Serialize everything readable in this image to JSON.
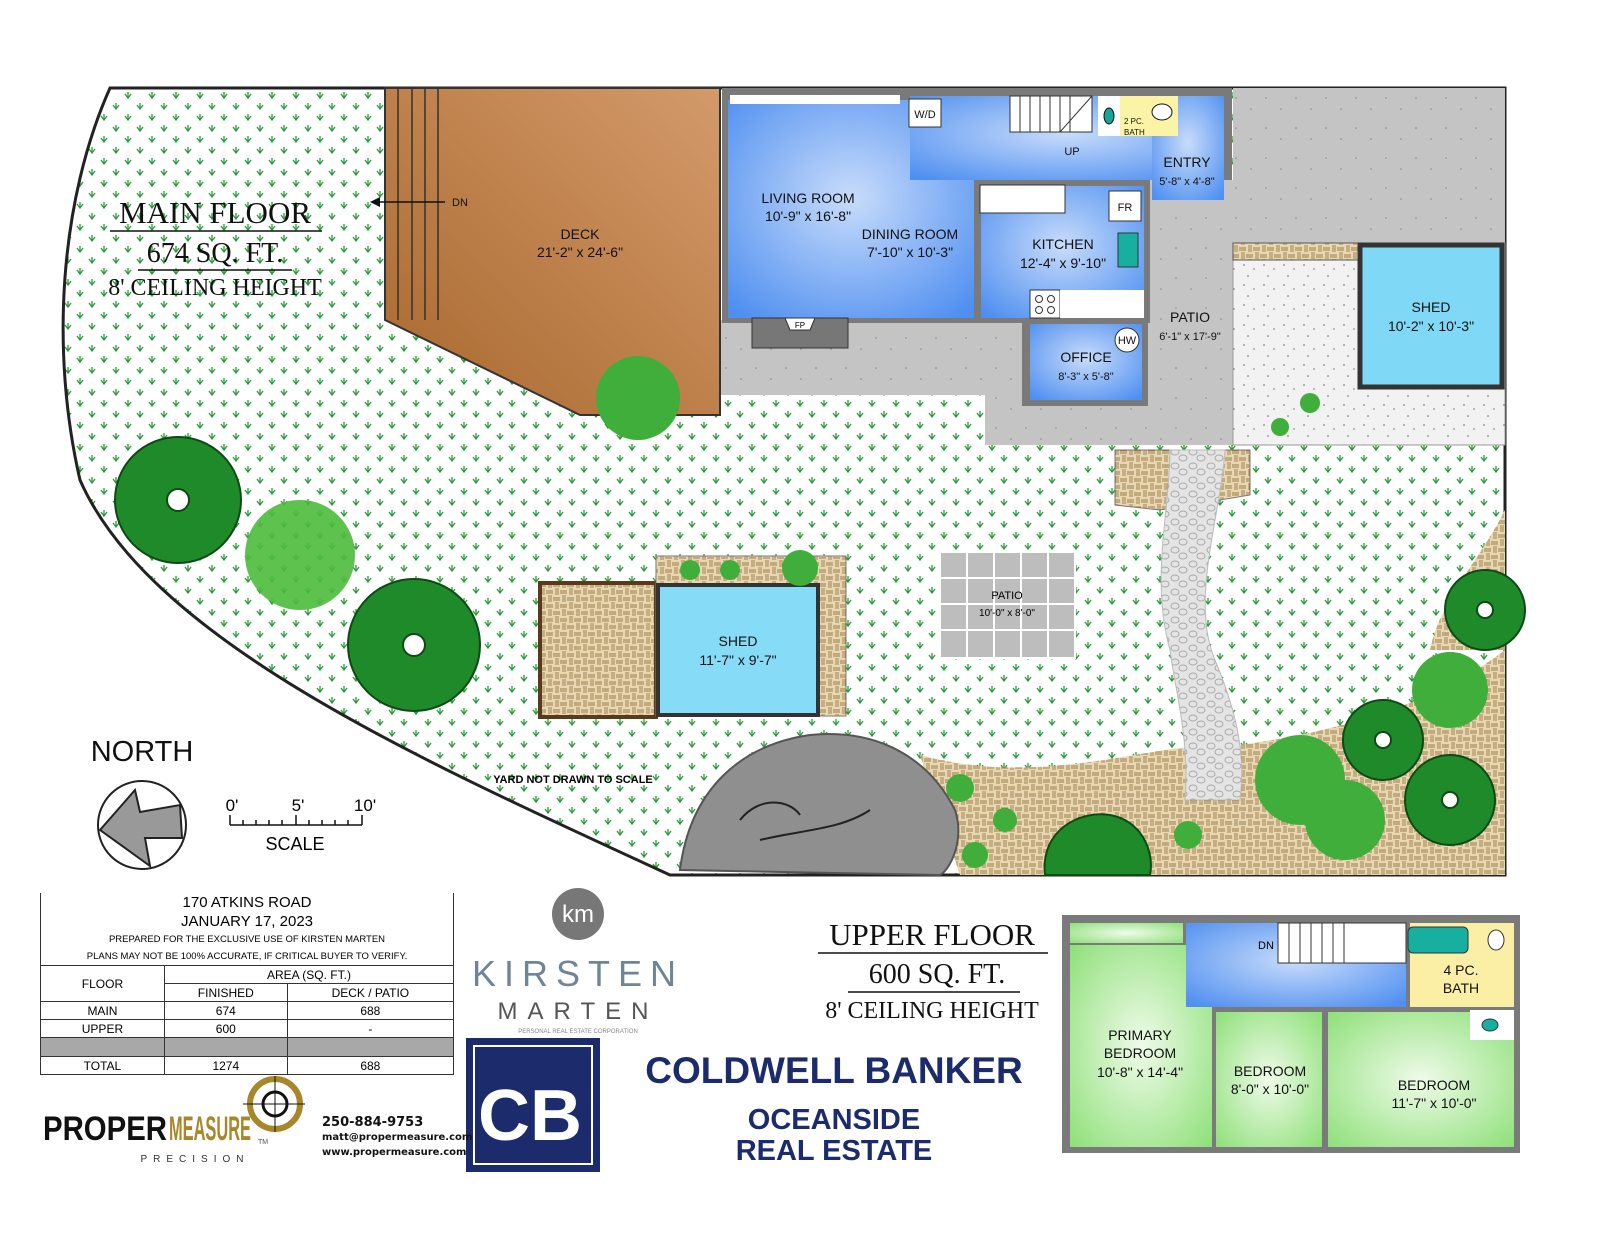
{
  "main_floor": {
    "title": "MAIN FLOOR",
    "area": "674 SQ. FT.",
    "ceiling": "8' CEILING HEIGHT",
    "rooms": {
      "deck": {
        "name": "DECK",
        "size": "21'-2\" x 24'-6\""
      },
      "living": {
        "name": "LIVING ROOM",
        "size": "10'-9\" x 16'-8\""
      },
      "dining": {
        "name": "DINING ROOM",
        "size": "7'-10\" x 10'-3\""
      },
      "kitchen": {
        "name": "KITCHEN",
        "size": "12'-4\" x 9'-10\""
      },
      "entry": {
        "name": "ENTRY",
        "size": "5'-8\" x 4'-8\""
      },
      "office": {
        "name": "OFFICE",
        "size": "8'-3\" x 5'-8\""
      },
      "patio": {
        "name": "PATIO",
        "size": "6'-1\" x 17'-9\""
      },
      "bath": {
        "name": "2 PC.",
        "name2": "BATH"
      },
      "shed_right": {
        "name": "SHED",
        "size": "10'-2\" x 10'-3\""
      },
      "shed_yard": {
        "name": "SHED",
        "size": "11'-7\" x 9'-7\""
      },
      "patio_yard": {
        "name": "PATIO",
        "size": "10'-0\" x 8'-0\""
      }
    },
    "labels": {
      "wd": "W/D",
      "up": "UP",
      "fr": "FR",
      "fp": "FP",
      "hw": "HW",
      "dn": "DN"
    },
    "yard_note": "YARD NOT DRAWN TO SCALE"
  },
  "north": {
    "label": "NORTH"
  },
  "scale": {
    "ticks": [
      "0'",
      "5'",
      "10'"
    ],
    "label": "SCALE"
  },
  "info_table": {
    "address": "170 ATKINS ROAD",
    "date": "JANUARY 17, 2023",
    "note1": "PREPARED FOR THE EXCLUSIVE USE OF KIRSTEN MARTEN",
    "note2": "PLANS MAY NOT BE 100% ACCURATE, IF CRITICAL BUYER TO VERIFY.",
    "col_floor": "FLOOR",
    "col_area": "AREA (SQ. FT.)",
    "col_finished": "FINISHED",
    "col_deck": "DECK / PATIO",
    "rows": [
      {
        "floor": "MAIN",
        "finished": "674",
        "deck": "688"
      },
      {
        "floor": "UPPER",
        "finished": "600",
        "deck": "-"
      }
    ],
    "total": {
      "floor": "TOTAL",
      "finished": "1274",
      "deck": "688"
    }
  },
  "propermeasure": {
    "logo_a": "PROPER",
    "logo_b": "MEASURE",
    "tm": "TM",
    "sub": "PRECISION",
    "phone": "250-884-9753",
    "email": "matt@propermeasure.com",
    "web": "www.propermeasure.com"
  },
  "kirsten": {
    "mono": "km",
    "first": "KIRSTEN",
    "last": "MARTEN",
    "sub": "PERSONAL REAL ESTATE CORPORATION"
  },
  "coldwell": {
    "mono": "CB",
    "name": "COLDWELL BANKER",
    "line2": "OCEANSIDE",
    "line3": "REAL ESTATE"
  },
  "upper_floor": {
    "title": "UPPER FLOOR",
    "area": "600 SQ. FT.",
    "ceiling": "8' CEILING HEIGHT",
    "dn": "DN",
    "rooms": {
      "primary": {
        "name": "PRIMARY",
        "name2": "BEDROOM",
        "size": "10'-8\" x 14'-4\""
      },
      "bed2": {
        "name": "BEDROOM",
        "size": "8'-0\" x 10'-0\""
      },
      "bed3": {
        "name": "BEDROOM",
        "size": "11'-7\" x 10'-0\""
      },
      "bath": {
        "name": "4 PC.",
        "name2": "BATH"
      }
    }
  },
  "colors": {
    "room_blue": "#7fb2f5",
    "bedroom_green": "#9ee58a",
    "deck_brown": "#b9763a",
    "tree_green": "#1f8a2a",
    "navy": "#1c2b6b",
    "gold": "#a8862a"
  }
}
